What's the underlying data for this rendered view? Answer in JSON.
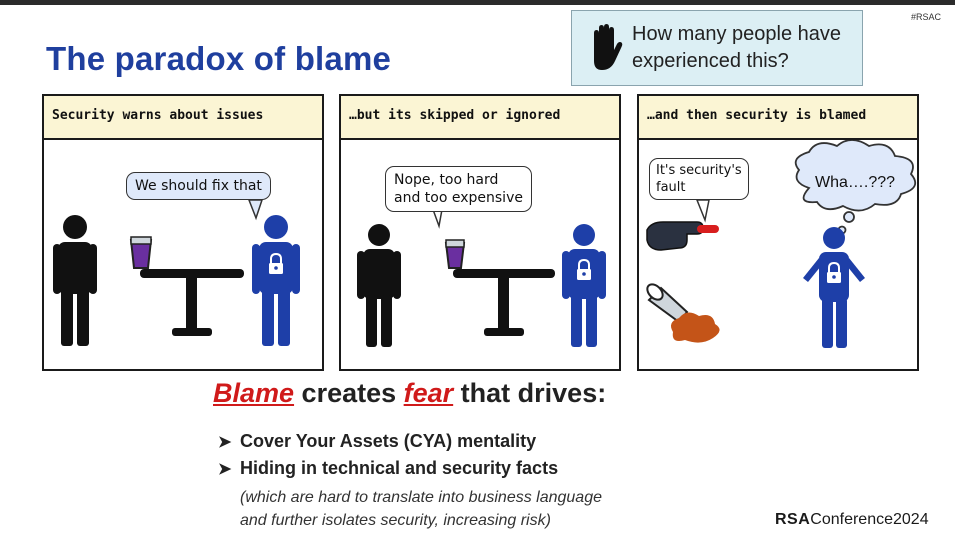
{
  "slide": {
    "tag": "#RSAC",
    "title": "The paradox of blame",
    "callout_line1": "How many people have",
    "callout_line2": "experienced this?"
  },
  "panels": [
    {
      "caption": "Security warns about issues",
      "bubble": "We should fix that"
    },
    {
      "caption": "…but its skipped or ignored",
      "bubble_line1": "Nope, too hard",
      "bubble_line2": "and too expensive"
    },
    {
      "caption": "…and then security is blamed",
      "bubble_line1": "It's security's",
      "bubble_line2": "fault",
      "thought": "Wha….???"
    }
  ],
  "body": {
    "headline_word1": "Blame",
    "headline_mid": " creates ",
    "headline_word2": "fear",
    "headline_end": " that drives:",
    "bullets": [
      "Cover Your Assets (CYA) mentality",
      "Hiding in technical and security facts"
    ],
    "note_line1": "(which are hard to translate into business language",
    "note_line2": "and further isolates security, increasing risk)"
  },
  "logo": {
    "rsa": "RSA",
    "conference": "Conference",
    "year": "2024"
  },
  "colors": {
    "title": "#1f3f9e",
    "accent_red": "#d01a1a",
    "security_blue": "#1e3fa8",
    "caption_bg": "#fbf5d4",
    "callout_bg": "#dceff4",
    "cup_purple": "#6a2fa0"
  },
  "icons": [
    "hand-stop-icon",
    "padlock-icon",
    "pointing-hand-icon",
    "tipped-cup-icon",
    "thought-bubble-icon"
  ]
}
